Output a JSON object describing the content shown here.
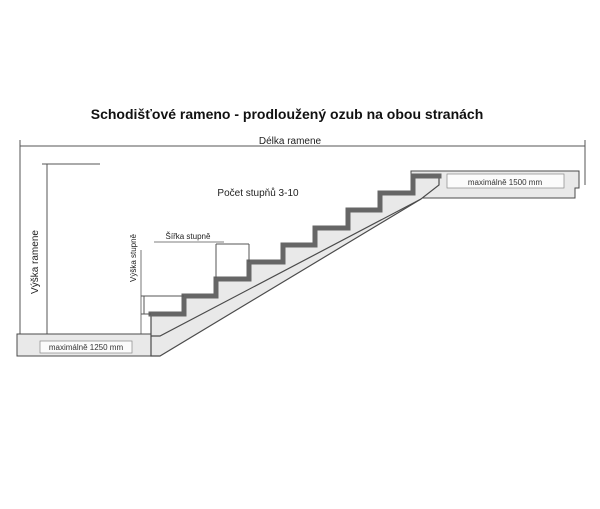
{
  "diagram": {
    "title": "Schodišťové rameno - prodloužený ozub na obou stranách",
    "length_label": "Délka ramene",
    "height_label": "Výška ramene",
    "step_count_label": "Počet stupňů 3-10",
    "step_width_label": "Šířka stupně",
    "step_height_label": "Výška stupně",
    "max_top_label": "maximálně 1500 mm",
    "max_bottom_label": "maximálně 1250 mm"
  },
  "colors": {
    "fill": "#e9e9e9",
    "outline": "#4b4b4b",
    "step_line": "#666666",
    "text": "#222222",
    "title": "#111111"
  }
}
